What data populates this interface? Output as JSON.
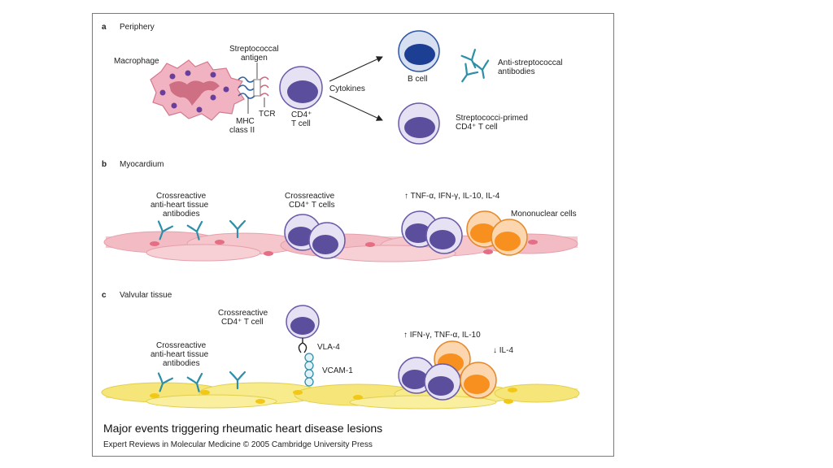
{
  "panel_a": {
    "letter": "a",
    "title": "Periphery",
    "macrophage": "Macrophage",
    "antigen_line1": "Streptococcal",
    "antigen_line2": "antigen",
    "tcr": "TCR",
    "mhc_line1": "MHC",
    "mhc_line2": "class II",
    "cd4_line1": "CD4⁺",
    "cd4_line2": "T cell",
    "cytokines": "Cytokines",
    "bcell": "B cell",
    "antibodies_line1": "Anti-streptococcal",
    "antibodies_line2": "antibodies",
    "primed_line1": "Streptococci-primed",
    "primed_line2": "CD4⁺ T cell"
  },
  "panel_b": {
    "letter": "b",
    "title": "Myocardium",
    "antibodies_line1": "Crossreactive",
    "antibodies_line2": "anti-heart tissue",
    "antibodies_line3": "antibodies",
    "tcells_line1": "Crossreactive",
    "tcells_line2": "CD4⁺ T cells",
    "cytokines": "↑ TNF-α, IFN-γ, IL-10, IL-4",
    "mononuclear": "Mononuclear cells"
  },
  "panel_c": {
    "letter": "c",
    "title": "Valvular tissue",
    "tcell_line1": "Crossreactive",
    "tcell_line2": "CD4⁺ T cell",
    "vla4": "VLA-4",
    "vcam1": "VCAM-1",
    "antibodies_line1": "Crossreactive",
    "antibodies_line2": "anti-heart tissue",
    "antibodies_line3": "antibodies",
    "cytokines_up": "↑ IFN-γ, TNF-α, IL-10",
    "cytokines_down": "↓ IL-4"
  },
  "caption": {
    "title": "Major events triggering rheumatic heart disease lesions",
    "credit": "Expert Reviews in Molecular Medicine © 2005 Cambridge University Press"
  },
  "colors": {
    "tcell_fill": "#e6e2f3",
    "tcell_nucleus": "#5b4e9c",
    "bcell_nucleus": "#1d3f93",
    "bcell_fill": "#d7e0f1",
    "antibody": "#2f8ea8",
    "myocardium": "#f5c6cc",
    "valve": "#f7eb8c",
    "orange_cell": "#f7b169",
    "macrophage": "#f1b3c2"
  }
}
